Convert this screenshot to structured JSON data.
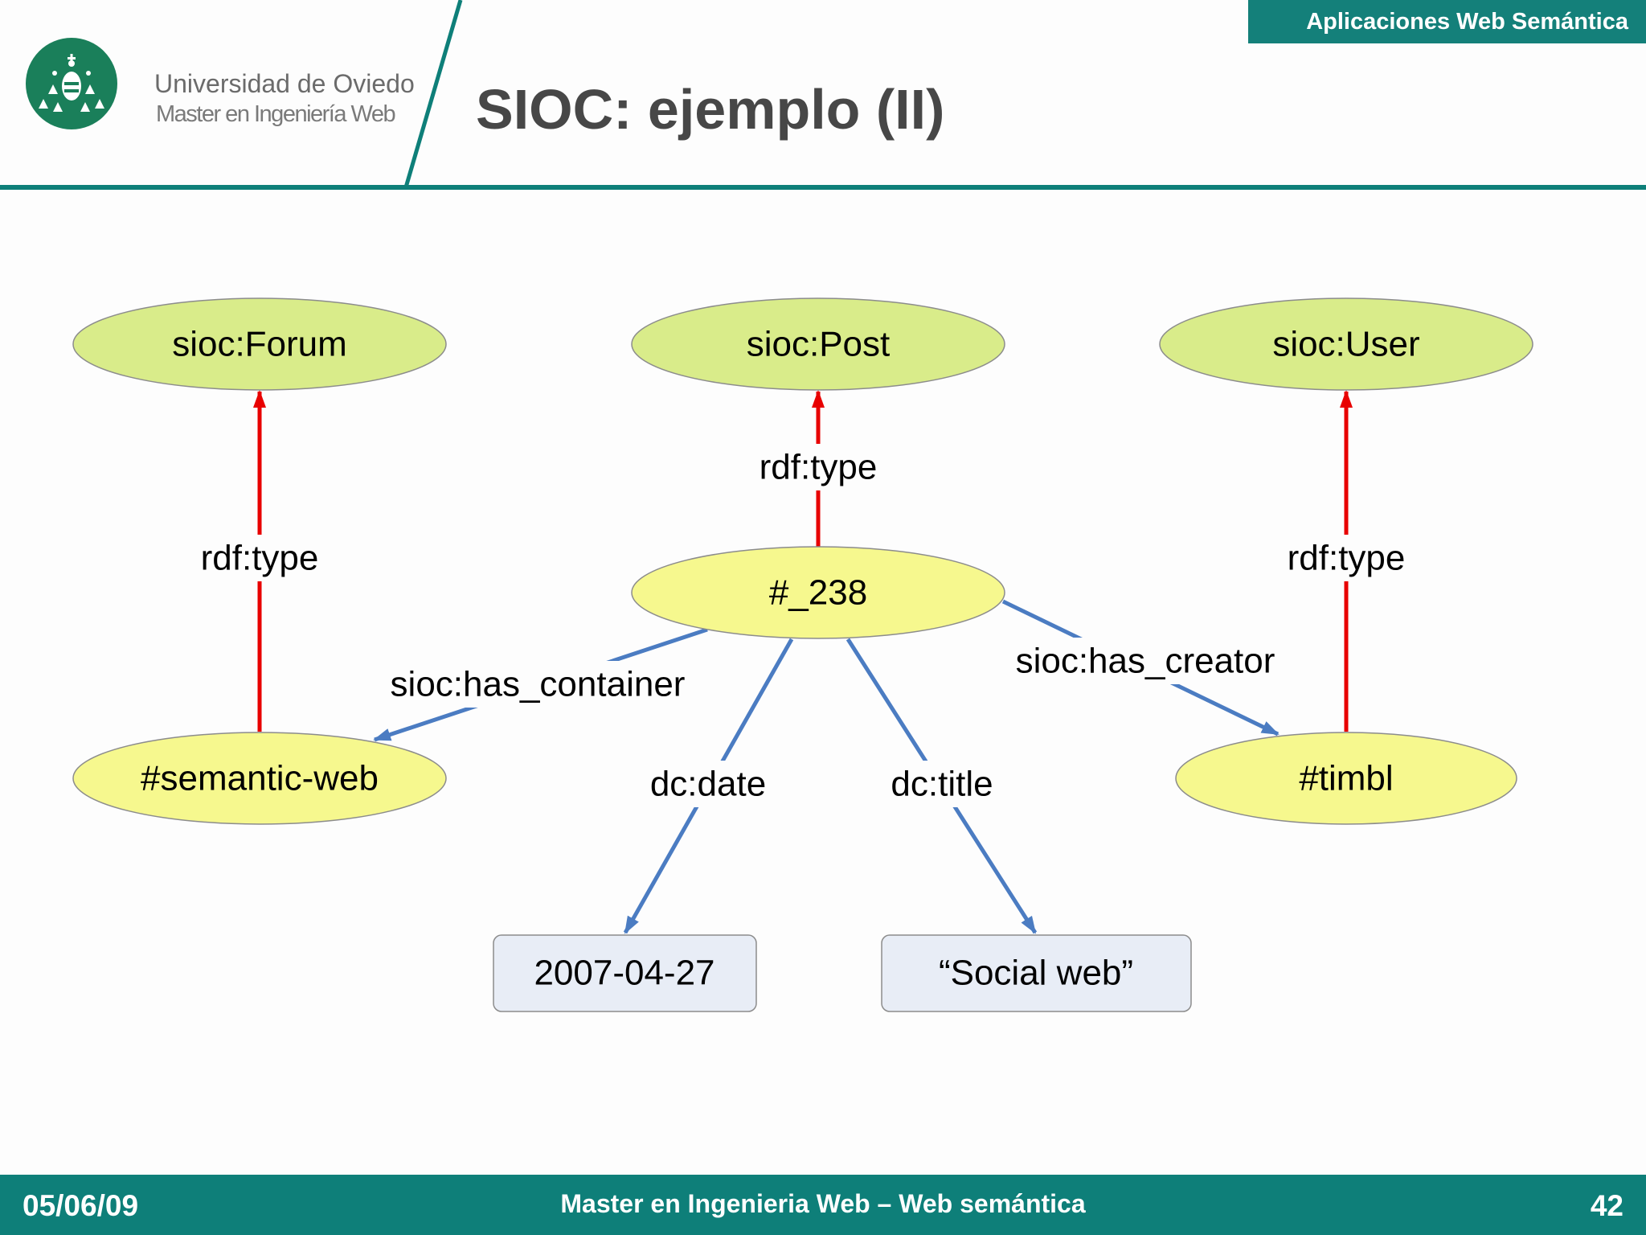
{
  "header": {
    "tag": "Aplicaciones Web Semántica",
    "title": "SIOC: ejemplo (II)",
    "university": "Universidad de Oviedo",
    "program": "Master en Ingeniería Web"
  },
  "diagram": {
    "nodes": {
      "forum": "sioc:Forum",
      "post": "sioc:Post",
      "user": "sioc:User",
      "n238": "#_238",
      "semweb": "#semantic-web",
      "timbl": "#timbl",
      "date_value": "2007-04-27",
      "title_value": "“Social web”"
    },
    "edges": {
      "type_forum": "rdf:type",
      "type_post": "rdf:type",
      "type_user": "rdf:type",
      "has_container": "sioc:has_container",
      "has_creator": "sioc:has_creator",
      "date": "dc:date",
      "title": "dc:title"
    },
    "colors": {
      "class_fill": "#d9ec8a",
      "instance_fill": "#f6f88e",
      "literal_fill": "#e8edf6",
      "type_edge": "#e80000",
      "property_edge": "#4b7cc2"
    }
  },
  "footer": {
    "date": "05/06/09",
    "center": "Master en Ingenieria Web – Web semántica",
    "page": "42"
  }
}
